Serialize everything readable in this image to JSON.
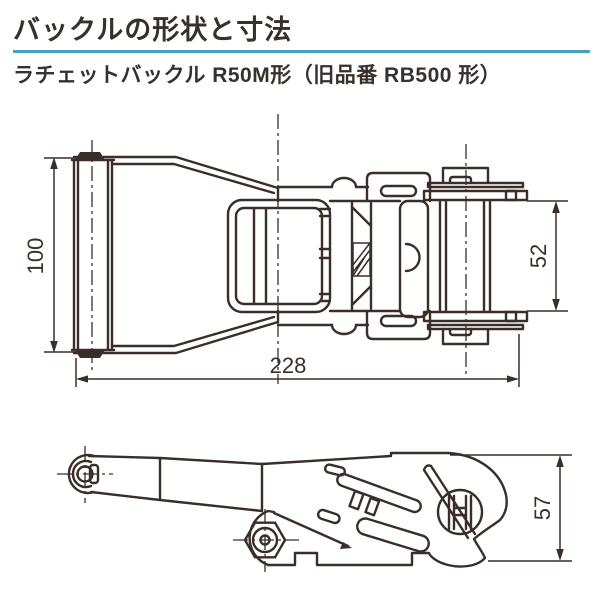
{
  "page": {
    "title": "バックルの形状と寸法",
    "subtitle": "ラチェットバックル R50M形（旧品番 RB500 形）",
    "accent_color": "#4d9fc0",
    "ink_color": "#3a2f28",
    "background_color": "#ffffff"
  },
  "views": {
    "top_view": {
      "description": "ratchet buckle plan view",
      "dims": {
        "overall_height": "100",
        "drum_width": "52",
        "overall_length": "228"
      }
    },
    "side_view": {
      "description": "ratchet buckle side view",
      "dims": {
        "body_height": "57"
      }
    }
  }
}
